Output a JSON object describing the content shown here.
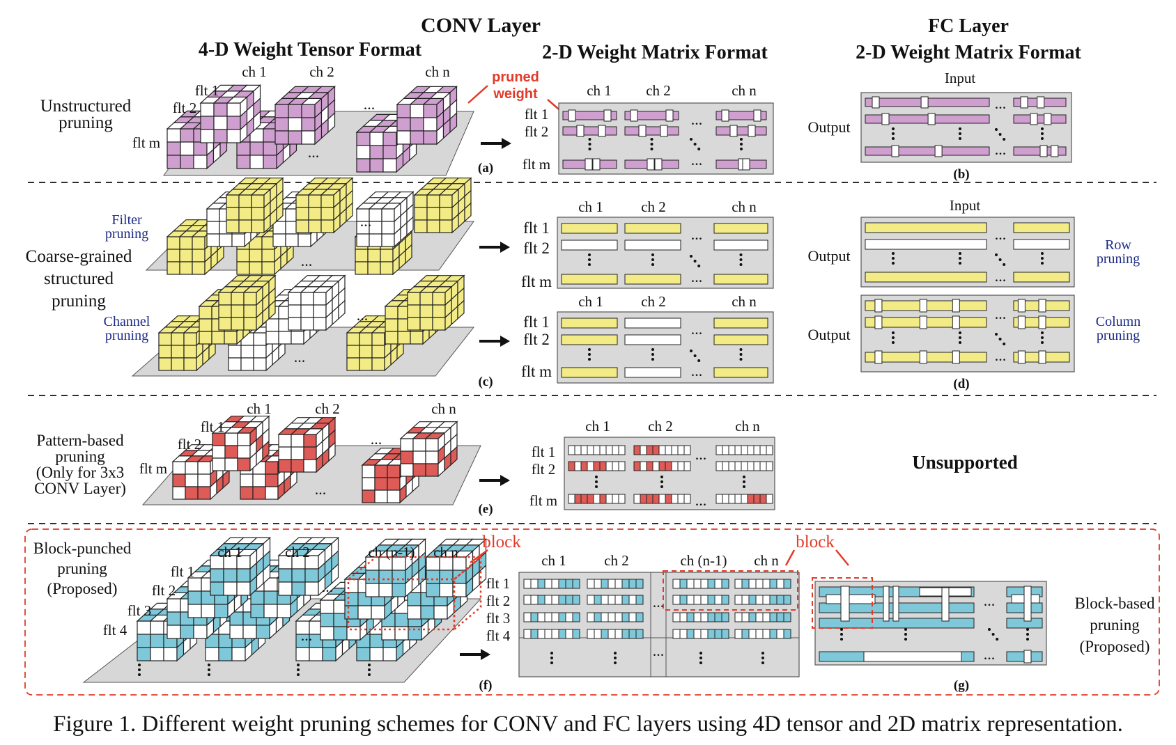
{
  "colors": {
    "pink": "#cf9fcf",
    "yellow": "#f3ec86",
    "red": "#de5b57",
    "blue": "#7ec8d9",
    "plate": "#d7d7d7",
    "accent_red": "#e23a28",
    "label_blue": "#1c2a86"
  },
  "headers": {
    "conv_layer": "CONV Layer",
    "tensor_format": "4-D Weight Tensor Format",
    "matrix_format_conv": "2-D Weight Matrix Format",
    "fc_layer": "FC Layer",
    "matrix_format_fc": "2-D Weight Matrix Format"
  },
  "rows": {
    "unstructured": {
      "label": [
        "Unstructured",
        "pruning"
      ],
      "pruned_note": [
        "pruned",
        "weight"
      ],
      "panel_a": "(a)",
      "panel_b": "(b)"
    },
    "coarse": {
      "label": [
        "Coarse-grained",
        "structured",
        "pruning"
      ],
      "filter": [
        "Filter",
        "pruning"
      ],
      "channel": [
        "Channel",
        "pruning"
      ],
      "row": [
        "Row",
        "pruning"
      ],
      "column": [
        "Column",
        "pruning"
      ],
      "panel_c": "(c)",
      "panel_d": "(d)"
    },
    "pattern": {
      "label": [
        "Pattern-based",
        "pruning",
        "(Only for 3x3",
        "CONV Layer)"
      ],
      "panel_e": "(e)",
      "unsupported": "Unsupported"
    },
    "block": {
      "label": [
        "Block-punched",
        "pruning",
        "(Proposed)"
      ],
      "block_word": "block",
      "right_label": [
        "Block-based",
        "pruning",
        "(Proposed)"
      ],
      "panel_f": "(f)",
      "panel_g": "(g)"
    }
  },
  "axis_text": {
    "ch1": "ch 1",
    "ch2": "ch 2",
    "chn": "ch n",
    "chn1": "ch (n-1)",
    "flt1": "flt 1",
    "flt2": "flt 2",
    "flt3": "flt 3",
    "flt4": "flt 4",
    "fltm": "flt m",
    "input": "Input",
    "output": "Output",
    "dots": "..."
  },
  "caption": "Figure 1. Different weight pruning schemes for CONV and FC layers using 4D tensor and 2D matrix representation."
}
